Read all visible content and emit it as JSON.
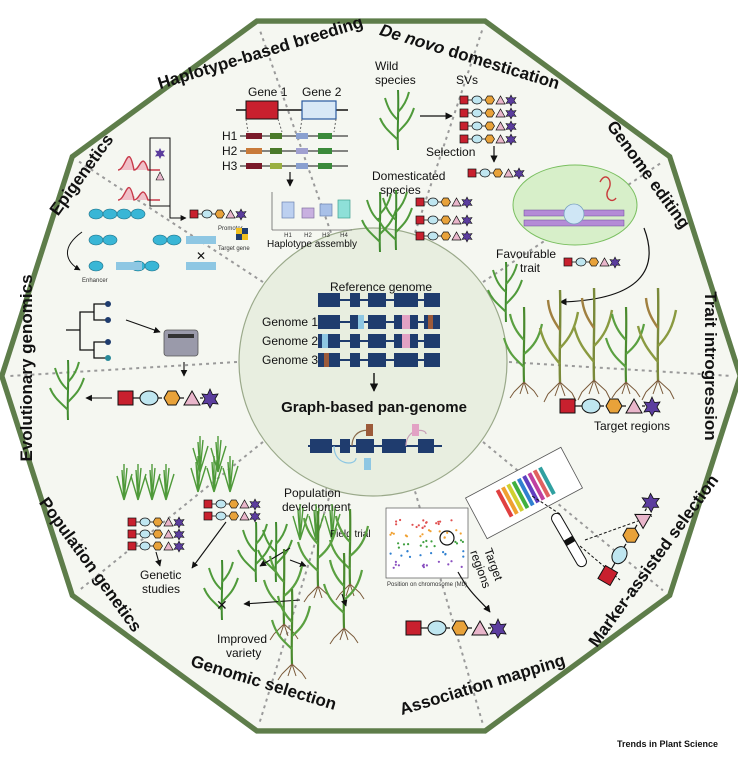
{
  "center": {
    "reference_label": "Reference genome",
    "genomes": [
      "Genome 1",
      "Genome 2",
      "Genome 3"
    ],
    "result_label": "Graph-based pan-genome"
  },
  "segments": {
    "haplotype": {
      "title": "Haplotype-based breeding",
      "gene1": "Gene 1",
      "gene2": "Gene 2",
      "haplotypes": [
        "H1",
        "H2",
        "H3"
      ],
      "plot_caption": "Haplotype assembly",
      "plot_ticks": [
        "H1",
        "H2",
        "H3",
        "H4"
      ]
    },
    "denovo": {
      "title_italic": "De novo",
      "title_rest": " domestication",
      "wild_line1": "Wild",
      "wild_line2": "species",
      "svs": "SVs",
      "selection": "Selection",
      "domesticated_line1": "Domesticated",
      "domesticated_line2": "species"
    },
    "genome_editing": {
      "title": "Genome editing",
      "trait_line1": "Favourable",
      "trait_line2": "trait"
    },
    "trait_introgression": {
      "title": "Trait introgression",
      "regions": "Target regions"
    },
    "marker_assisted": {
      "title": "Marker-assisted selection"
    },
    "association": {
      "title": "Association mapping",
      "target_line1": "Target",
      "target_line2": "regions",
      "xlabel": "Position on chromosome (Mb)"
    },
    "genomic_selection": {
      "title": "Genomic selection",
      "pop_line1": "Population",
      "pop_line2": "development",
      "field_trial": "Field trial",
      "improved_line1": "Improved",
      "improved_line2": "variety"
    },
    "population_genetics": {
      "title": "Population genetics",
      "studies_line1": "Genetic",
      "studies_line2": "studies"
    },
    "evolutionary": {
      "title": "Evolutionary genomics"
    },
    "epigenetics": {
      "title": "Epigenetics",
      "promoter": "Promoter",
      "target_gene": "Target gene",
      "enhancer": "Enhancer"
    }
  },
  "footer": {
    "source": "Trends in Plant Science"
  },
  "colors": {
    "border": "#5e7d4a",
    "background": "#f5f7f1",
    "center_fill": "#e8eee0",
    "divider": "#9a9a9a",
    "gene_block": "#1f3c6e",
    "marker_red": "#c8202e",
    "marker_cyan": "#bfe6f0",
    "marker_orange": "#e8a23a",
    "marker_pink": "#e9b6cb",
    "marker_purple": "#5b3d9e",
    "plant_green": "#4f9a3a"
  }
}
